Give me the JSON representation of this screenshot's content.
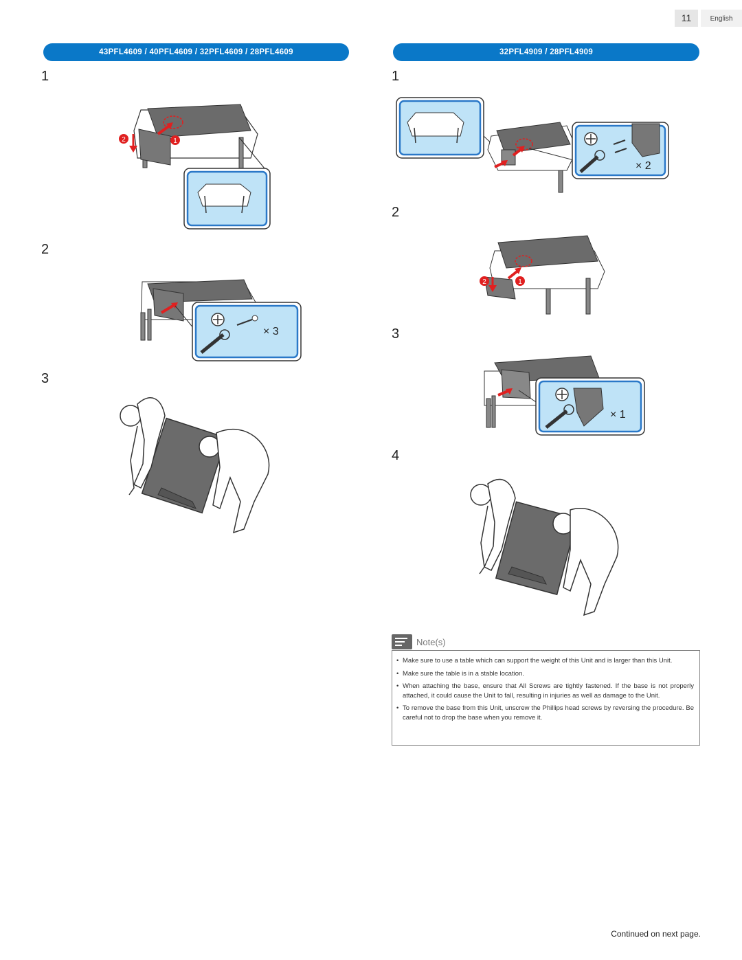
{
  "header": {
    "page_number": "11",
    "language": "English"
  },
  "left": {
    "banner": "43PFL4609 / 40PFL4609 / 32PFL4609 / 28PFL4609",
    "steps": [
      "1",
      "2",
      "3"
    ],
    "callouts": {
      "one": "1",
      "two": "2"
    },
    "screw_count": "× 3"
  },
  "right": {
    "banner": "32PFL4909 / 28PFL4909",
    "steps": [
      "1",
      "2",
      "3",
      "4"
    ],
    "callouts": {
      "one": "1",
      "two": "2"
    },
    "screw_count_step1": "× 2",
    "screw_count_step3": "× 1"
  },
  "notes": {
    "title": "Note(s)",
    "items": [
      "Make sure to use a table which can support the weight of this Unit and is larger than this Unit.",
      "Make sure the table is in a stable location.",
      "When attaching the base, ensure that All Screws are tightly fastened. If the base is not properly attached, it could cause the Unit to fall, resulting in injuries as well as damage to the Unit.",
      "To remove the base from this Unit, unscrew the Phillips head screws by reversing the procedure. Be careful not to drop the base when you remove it."
    ]
  },
  "footer": {
    "continued": "Continued on next page."
  },
  "colors": {
    "banner": "#0a78c8",
    "arrow": "#e02020",
    "callout_fill": "#bfe3f7",
    "callout_border": "#2a78c8"
  }
}
